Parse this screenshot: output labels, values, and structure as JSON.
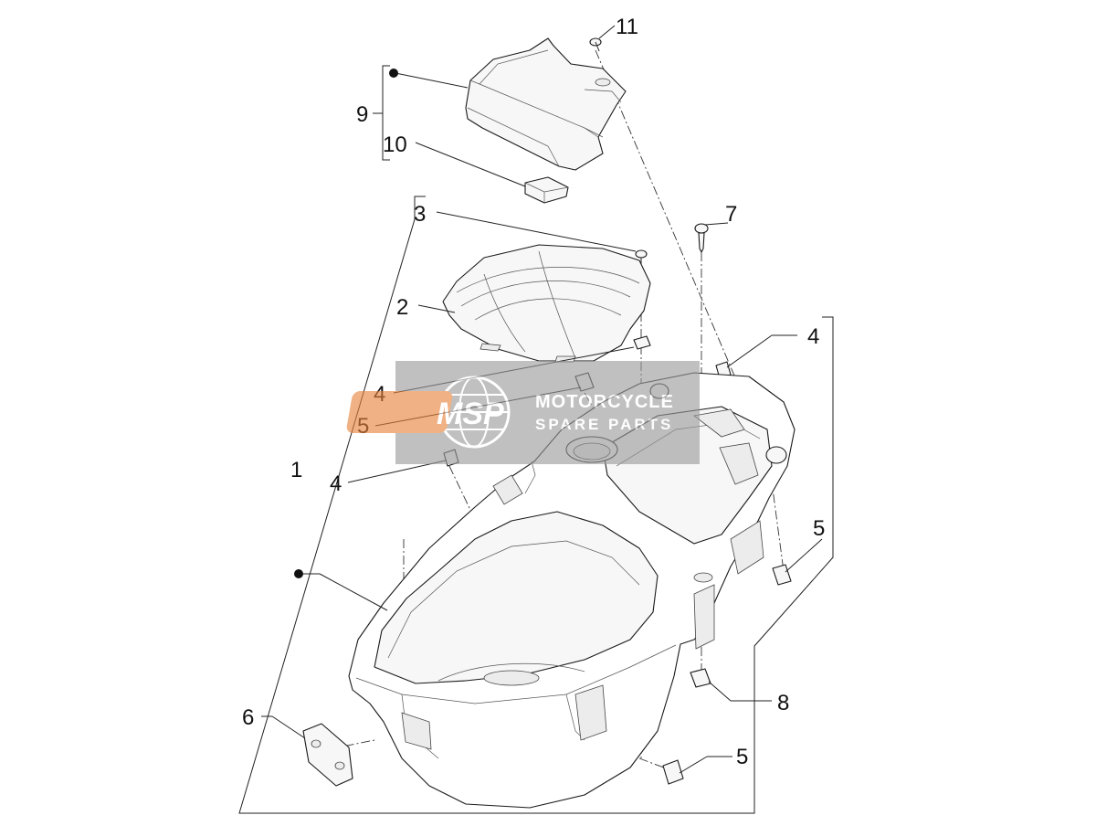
{
  "callouts": {
    "c1": "1",
    "c2": "2",
    "c3": "3",
    "c4a": "4",
    "c4b": "4",
    "c4c": "4",
    "c5a": "5",
    "c5b": "5",
    "c5c": "5",
    "c6": "6",
    "c7": "7",
    "c8": "8",
    "c9": "9",
    "c10": "10",
    "c11": "11"
  },
  "watermark": {
    "logo": "MSP",
    "line1": "MOTORCYCLE",
    "line2": "SPARE PARTS"
  },
  "colors": {
    "ink": "#1a1a1a",
    "watermark_bg": "#9a9a9a",
    "watermark_accent": "#e8823a"
  }
}
